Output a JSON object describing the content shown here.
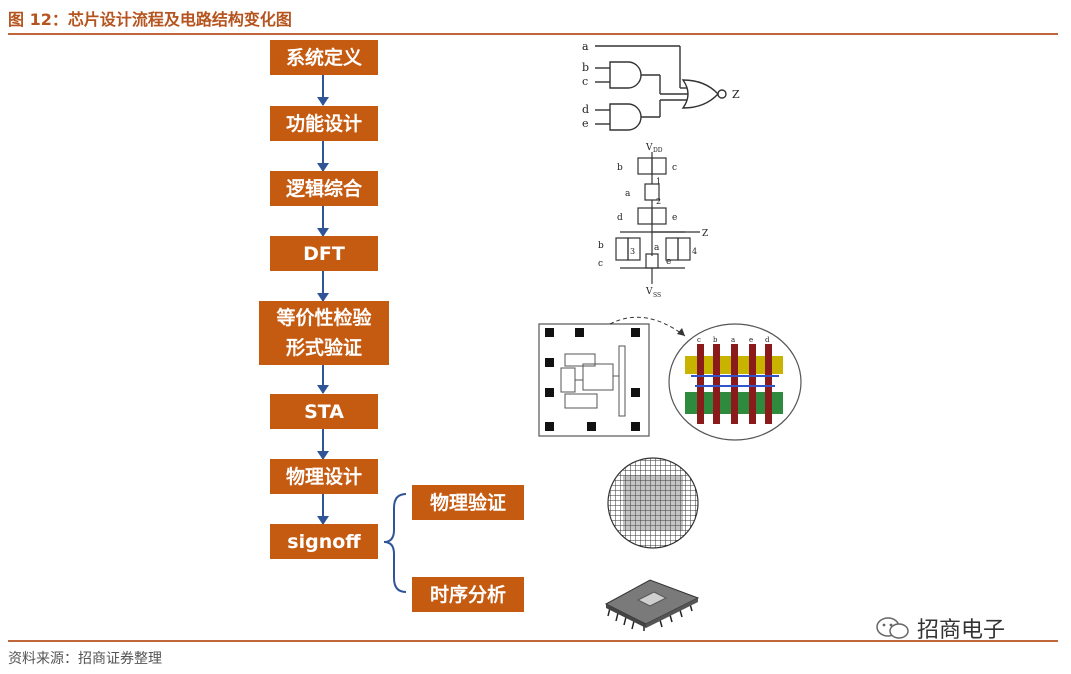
{
  "figure": {
    "title": "图 12：芯片设计流程及电路结构变化图"
  },
  "flow": {
    "steps": [
      "系统定义",
      "功能设计",
      "逻辑综合",
      "DFT",
      "等价性检验\n形式验证",
      "STA",
      "物理设计",
      "signoff"
    ],
    "branches": [
      "物理验证",
      "时序分析"
    ]
  },
  "gate_diagram": {
    "inputs": [
      "a",
      "b",
      "c",
      "d",
      "e"
    ],
    "output": "Z"
  },
  "transistor_diagram": {
    "vdd": "V",
    "vdd_sub": "DD",
    "vss": "V",
    "vss_sub": "SS",
    "z": "Z",
    "a": "a",
    "b": "b",
    "c": "c",
    "d": "d",
    "e": "e",
    "n1": "1",
    "n2": "2",
    "n3": "3",
    "n4": "4"
  },
  "layout_zoom": {
    "cols": [
      "c",
      "b",
      "a",
      "e",
      "d"
    ]
  },
  "source": "资料来源：招商证券整理",
  "watermark": {
    "text": "招商电子",
    "icon": "wechat-icon"
  },
  "colors": {
    "box": "#C55A11",
    "arrow": "#2F5597",
    "title": "#B5541E",
    "rule": "#C0663A"
  }
}
